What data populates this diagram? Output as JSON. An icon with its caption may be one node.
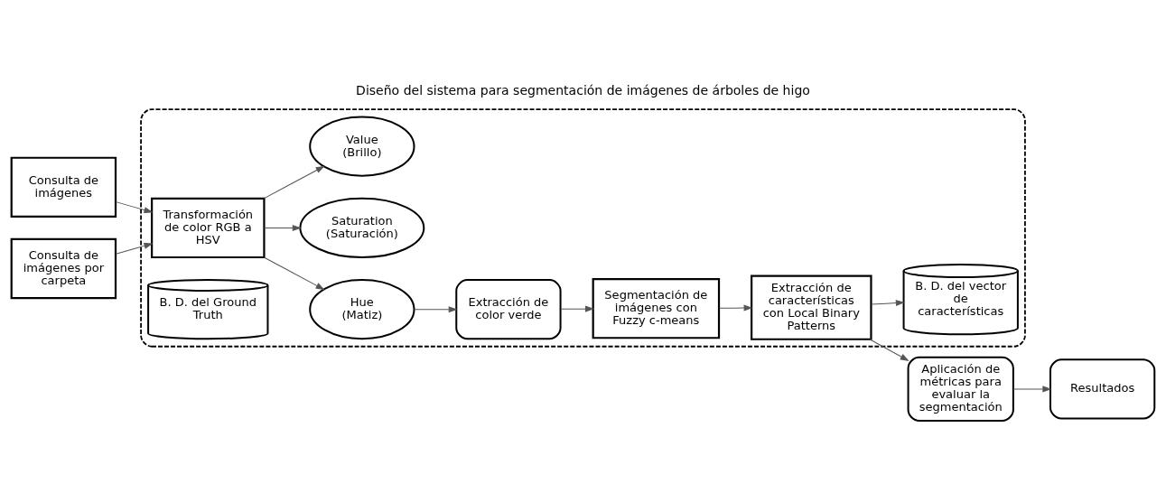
{
  "diagram": {
    "title": "Diseño del sistema para segmentación de imágenes de árboles de higo",
    "nodes": [
      {
        "text": [],
        "shape": "box"
      },
      {
        "text": [
          "Consulta de imágenes"
        ]
      },
      {
        "text": [
          "Consulta de imágenes por carpeta"
        ]
      },
      {
        "text": [
          "Transformación de color RGB a HSV"
        ],
        "in": 0
      },
      {
        "text": [
          "Hue",
          "(Matiz)"
        ],
        "in": 0
      },
      {
        "text": [
          "Saturation",
          "(Saturación)"
        ],
        "in": 0
      },
      {
        "text": [
          "Value",
          "(Brillo)"
        ],
        "in": 0
      },
      {
        "text": [
          "Extracción de color verde"
        ],
        "in": 0
      },
      {
        "text": [
          "B. D. del Ground Truth"
        ],
        "in": 0
      },
      {
        "text": [
          "Segmentación de imágenes con Fuzzy c-means"
        ],
        "in": 0
      },
      {
        "text": [
          "Extracción de características con Local Binary Patterns"
        ],
        "in": 0
      },
      {
        "text": [
          "Aplicación de métricas para evaluar la segmentación"
        ]
      },
      {
        "text": [
          "B. D. del vector de características"
        ],
        "in": 0
      },
      {
        "text": [
          "Resultados"
        ]
      }
    ],
    "edges": [
      {
        "from": 1,
        "to": 3,
        "arrow": "to"
      },
      {
        "from": 2,
        "to": 3,
        "arrow": "to"
      },
      {
        "from": 3,
        "to": 4,
        "arrow": "to"
      },
      {
        "from": 3,
        "to": 5,
        "arrow": "to"
      },
      {
        "from": 3,
        "to": 6,
        "arrow": "to"
      },
      {
        "from": 4,
        "to": 7,
        "arrow": "to"
      },
      {
        "from": 7,
        "to": 9,
        "arrow": "to"
      },
      {
        "from": 9,
        "to": 10,
        "arrow": "to"
      },
      {
        "from": 10,
        "to": 12,
        "arrow": "to"
      },
      {
        "from": 10,
        "to": 11,
        "arrow": "to"
      },
      {
        "from": 11,
        "to": 13,
        "arrow": "to"
      }
    ]
  }
}
